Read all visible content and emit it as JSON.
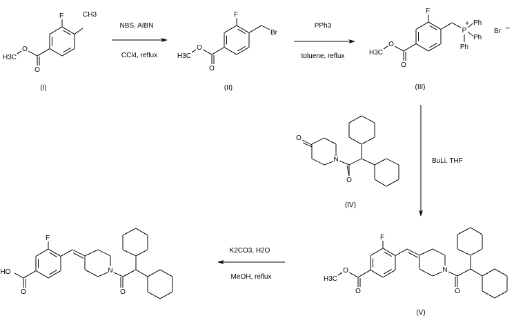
{
  "compounds": {
    "I": {
      "label": "(I)",
      "F": "F",
      "methyl": "CH3",
      "ester_O": "O",
      "carbonyl_O": "O",
      "methoxy": "H3C"
    },
    "II": {
      "label": "(II)",
      "F": "F",
      "bromo": "Br",
      "ester_O": "O",
      "carbonyl_O": "O",
      "methoxy": "H3C"
    },
    "III": {
      "label": "(III)",
      "F": "F",
      "P": "P",
      "P_charge": "+",
      "Ph1": "Ph",
      "Ph2": "Ph",
      "Ph3": "Ph",
      "counterion": "Br",
      "counterion_charge": "−",
      "ester_O": "O",
      "carbonyl_O": "O",
      "methoxy": "H3C"
    },
    "IV": {
      "label": "(IV)",
      "ketone_O": "O",
      "N": "N",
      "amide_O": "O"
    },
    "V": {
      "label": "(V)",
      "F": "F",
      "N": "N",
      "amide_O": "O",
      "ester_O": "O",
      "carbonyl_O": "O",
      "methoxy": "H3C"
    },
    "VI": {
      "F": "F",
      "N": "N",
      "amide_O": "O",
      "hydroxyl": "HO",
      "carbonyl_O": "O"
    }
  },
  "arrows": [
    {
      "above": "NBS, AIBN",
      "below": "CCl4, reflux"
    },
    {
      "above": "PPh3",
      "below": "toluene, reflux"
    },
    {
      "side": "BuLi, THF"
    },
    {
      "above": "K2CO3, H2O",
      "below": "MeOH, reflux"
    }
  ]
}
